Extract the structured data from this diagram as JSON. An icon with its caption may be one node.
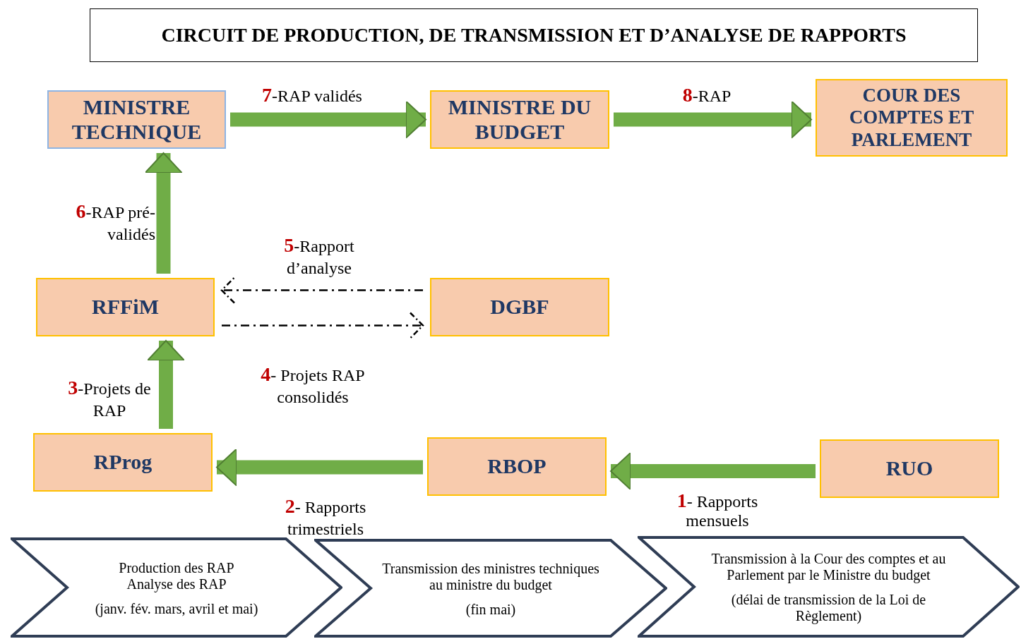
{
  "diagram": {
    "title": "CIRCUIT DE PRODUCTION, DE TRANSMISSION ET D’ANALYSE DE RAPPORTS",
    "nodes": [
      {
        "text": [
          "MINISTRE TECHNIQUE"
        ]
      },
      {
        "text": [
          "MINISTRE DU BUDGET"
        ]
      },
      {
        "text": [
          "COUR DES COMPTES ET PARLEMENT"
        ]
      },
      {
        "text": [
          "RFFiM"
        ]
      },
      {
        "text": [
          "DGBF"
        ]
      },
      {
        "text": [
          "RProg"
        ]
      },
      {
        "text": [
          "RBOP"
        ]
      },
      {
        "text": [
          "RUO"
        ]
      },
      {
        "text": [
          "Production des RAP",
          "Analyse des RAP",
          "(janv. fév. mars, avril et mai)"
        ]
      },
      {
        "text": [
          "Transmission des ministres techniques au ministre du budget",
          "(fin mai)"
        ]
      },
      {
        "text": [
          "Transmission à la Cour des comptes et au Parlement par le Ministre du budget",
          "(délai de transmission de la Loi de Règlement)"
        ]
      }
    ],
    "edges": [
      {
        "from": 7,
        "to": 6,
        "arrow": "to",
        "label": "**1**- Rapports mensuels"
      },
      {
        "from": 6,
        "to": 5,
        "arrow": "to",
        "label": "**2**- Rapports trimestriels"
      },
      {
        "from": 5,
        "to": 3,
        "arrow": "to",
        "label": "**3**-Projets de RAP"
      },
      {
        "from": 3,
        "to": 4,
        "arrow": "to",
        "label": "**4**- Projets RAP consolidés",
        "style": "dashed",
        "color": "#000000"
      },
      {
        "from": 4,
        "to": 3,
        "arrow": "to",
        "label": "**5**-Rapport d’analyse",
        "style": "dashed",
        "color": "#000000"
      },
      {
        "from": 3,
        "to": 0,
        "arrow": "to",
        "label": "**6**-RAP pré-validés"
      },
      {
        "from": 0,
        "to": 1,
        "arrow": "to",
        "label": "**7**-RAP validés"
      },
      {
        "from": 1,
        "to": 2,
        "arrow": "to",
        "label": "**8**-RAP"
      }
    ]
  }
}
